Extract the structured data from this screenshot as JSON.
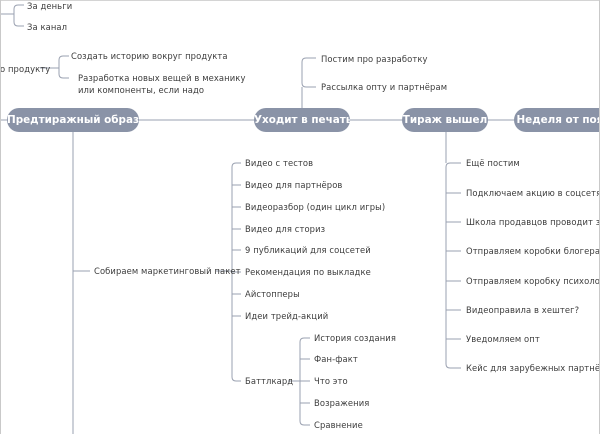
{
  "map": {
    "top_left": [
      "За деньги",
      "За канал"
    ],
    "left_branch": {
      "partial_label": "о продукту",
      "items": [
        "Создать историю вокруг продукта",
        "Разработка новых вещей в механику или компоненты, если надо"
      ]
    },
    "main_nodes": [
      "Предтиражный образец",
      "Уходит в печать",
      "Тираж вышел",
      "Неделя от появл"
    ],
    "print_branch": [
      "Постим про разработку",
      "Рассылка опту и партнёрам"
    ],
    "marketing_pack": {
      "label": "Собираем маркетинговый пакет",
      "items": [
        "Видео с тестов",
        "Видео для партнёров",
        "Видеоразбор (один цикл игры)",
        "Видео для сториз",
        "9 публикаций для соцсетей",
        "Рекомендация по выкладке",
        "Айстопперы",
        "Идеи трейд-акций"
      ],
      "battlecard": {
        "label": "Баттлкард",
        "items": [
          "История создания",
          "Фан-факт",
          "Что это",
          "Возражения",
          "Сравнение"
        ]
      }
    },
    "release_branch": [
      "Ещё постим",
      "Подключаем акцию в соцсетях",
      "Школа продавцов проводит занятие",
      "Отправляем коробки блогерам",
      "Отправляем коробку психологу, если",
      "Видеоправила в хештег?",
      "Уведомляем опт",
      "Кейс для зарубежных партнёров"
    ]
  }
}
